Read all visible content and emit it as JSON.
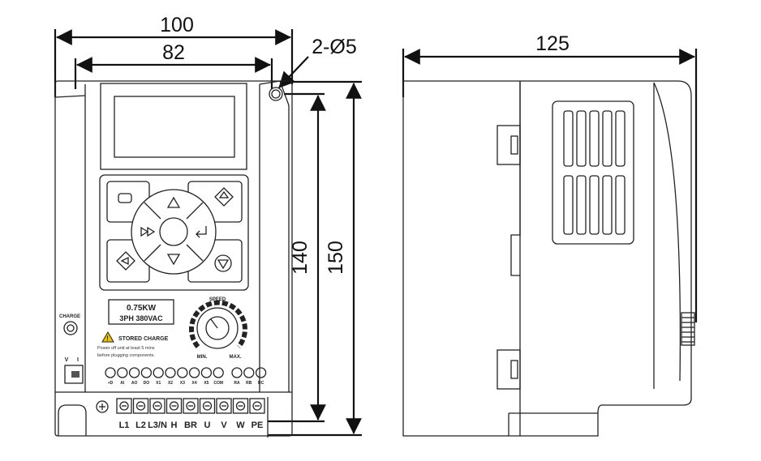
{
  "dimensions": {
    "width_overall": "100",
    "width_mounting": "82",
    "hole_spec": "2-Ø5",
    "depth": "125",
    "height_mounting": "140",
    "height_overall": "150"
  },
  "nameplate": {
    "power": "0.75KW",
    "supply": "3PH 380VAC"
  },
  "warning": {
    "title": "STORED CHARGE",
    "line1": "Power off unit at least 5 mins",
    "line2": "before plugging components."
  },
  "labels": {
    "charge": "CHARGE",
    "speed": "SPEED",
    "min": "MIN.",
    "max": "MAX.",
    "v": "V",
    "i": "I"
  },
  "control_terminals": [
    "+D",
    "AI",
    "AO",
    "DO",
    "X1",
    "X2",
    "X3",
    "X4",
    "X5",
    "COM",
    "RA",
    "RB",
    "RC"
  ],
  "power_terminals": [
    "L1",
    "L2",
    "L3/N",
    "H",
    "BR",
    "U",
    "V",
    "W",
    "PE"
  ],
  "keypad_icons": [
    "menu-key-icon",
    "up-arrow-icon",
    "run-key-icon",
    "shift-key-icon",
    "enter-key-icon",
    "stop-key-icon",
    "down-arrow-icon",
    "stop-reset-icon"
  ]
}
